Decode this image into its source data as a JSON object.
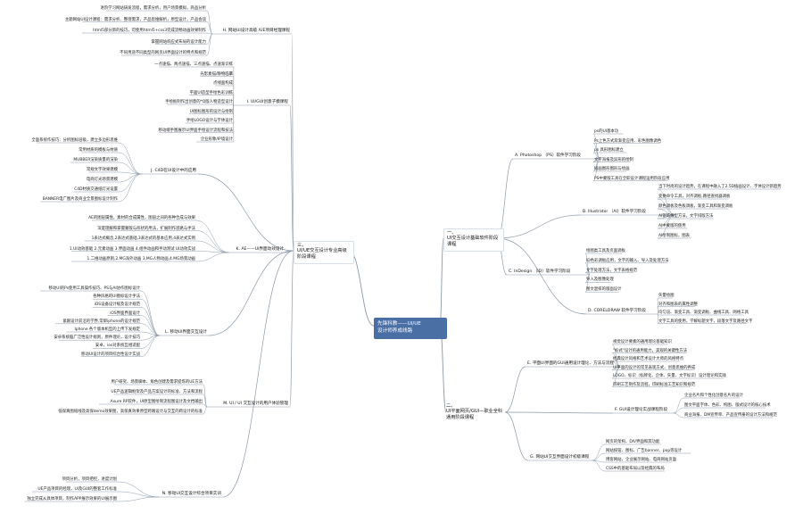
{
  "center": {
    "line1": "先锋科教——UI/UE",
    "line2": "设计师养成线路"
  },
  "level1": {
    "one": {
      "num": "一、",
      "label": "UI交互设计基础软件阶段课程"
    },
    "two": {
      "num": "二、",
      "label": "UI平面网页/GUI—职业全科通用阶段课程"
    },
    "three": {
      "num": "三、",
      "label": "UI/UE交互设计专业高级阶段课程"
    }
  },
  "sections": {
    "A": {
      "label": "A. Photoshop （PS）软件学习阶段",
      "items": [
        "ps的UI基本功",
        "Ps上色方式及渐变应用、彩色图像调色",
        "ps 具形图标建立",
        "文字海报及异形的绘制",
        "插画图形图形与绘画",
        "PS中蒙版工具在全职设计课程运用阶段应用"
      ]
    },
    "B": {
      "label": "B. Illustrator （AI）软件学习阶段",
      "items": [
        "当下时尚的设计趋势，在课程中融入了2.5D插画设计、字体设计新趋势",
        "变换命令工具，对齐调板,路径查找器调板",
        "颜色调板及色板调板，渐变工具和渐变调板",
        "AI钢笔线型方法，文字排版方法",
        "AI中蒙版的使用",
        "AI绘制图标，图表"
      ]
    },
    "C": {
      "label": "C. InDesign （ID）软件学习阶段",
      "items": [
        "绘图类工具及页面调板",
        "ID色彩调板应用，文字的输入、导入及处理方法",
        "文字处理方法，文字表格规范",
        "导入及图像处理",
        "图文混排的版面设计"
      ]
    },
    "D": {
      "label": "D. CORELDRAW 软件学习阶段",
      "items": [
        "矢量绘图",
        "对齐和图表的属性调整",
        "均匀渲、渐变工具、渐变调板、曲线工具、网格工具",
        "文字工具的使用，学解标题文字，段落文字及路径文字"
      ]
    },
    "E": {
      "label": "E. 平面UI界面的GUI通用设计理论、方法与流程",
      "items": [
        "视觉设计要素的通用理论基础知识",
        "\"标式\"设计的通用能力，美观的关键性方法",
        "经典设计风格和艺术设计大师的风格特点",
        "UI平面的设计的常见表现方式、创意思维的养成",
        "LOGO、标识（标牌化、企体、矢量、文字标识）设计理论和实践",
        "印刷工艺制作及流程，印刷标准工艺知识和规范"
      ]
    },
    "F": {
      "label": "F. GUI设计理论实战课程阶段",
      "items": [
        "企业名片和个性化创意名片的设计",
        "图文平面字体、色彩、构图、版式设计的核心技术",
        "商业海报、DM宣传单、产品宣传册的设计方法和规范"
      ]
    },
    "G": {
      "label": "G. 网站UI交互界面设计初级课程",
      "items": [
        "网页的架构、DIV界面和其功能",
        "网站按钮、图标、广告banner、pop等设计",
        "博客网站、企业展示网站、电商网站页面",
        "CSS中的基础布局以及经典的布局"
      ]
    },
    "H": {
      "label": "H. 网站UI设计高级 /UE项目经理课程",
      "items": [
        "进阶学习网站研发流程，需求分析，用户场景模拟，商品分析",
        "主题网站UI设计课程：需求分析、整理需求，产品思维解析，原型设计，产品会谈",
        "html5部分新的技巧，可使用html5+css3完成流畅动画效果制作",
        "掌握网站响应式布局的设计能力",
        "不同用途不同类型的网页UI界面设计的特点和规范"
      ]
    },
    "I": {
      "label": "I. UI/GUI创意子模课程",
      "items": [
        "一点速描、两点速描、三点速描、点速渐识练",
        "光影素描/静物临摹",
        "点线面构成",
        "平面UI造型手绘色彩训练",
        "手绘板制作出创意的*Q版人物造型设计",
        "UI图标图形的设计与绘制",
        "手绘LOGO设计与字体设计",
        "移动端手图展示UI界面手绘设计流程和技法",
        "企业形象/IP墙设计"
      ]
    },
    "J": {
      "label": "J. C4D在UI设计中的应用",
      "items": [
        "全面系统作技巧：分析图标层级，建立多边形思维",
        "常用材质的模板与材质",
        "MUBBER渲染质量的渲染",
        "常规文字效果建模",
        "电商灯光场景建模",
        "C4D材质交通纸灯光设置",
        "BANNER电广图片及商业全景图标设计制作"
      ]
    },
    "K": {
      "label": "K. AE——UI界面动效设计",
      "items": [
        "AE的图层属性，素材的合成属性，图层之间的各种合成与效果",
        "深度理解和掌握蒙版与形状的用法，扩展制作思路与手法",
        "1表达式概念,2表达式基础,3表达式的基本应用,4表达式实例",
        "1.UI动效基础 2.元素动画 3.界面动画 4.组件动画和手动测试 UI动效实战",
        "1.二维动画原则,2.MG海外动画 3.MG人物动画,4.MG场景动画"
      ]
    },
    "L": {
      "label": "L. 移动UI界面交互设计",
      "items": [
        "移动UI的Ps使用工具操作技巧、PS与AI协作图标设计",
        "各种风格的UI图标设计手法",
        "iOS设备设计规及设计规范",
        "iOS界面界面设计",
        "紧跟设计前沿的学界,常即iphone的设计规范",
        "Iphone 各个版本机型的上传下发规定",
        "安卓系统脑广泛性设计规则，原件理论，设计技巧",
        "安卓，ios对系统互相适配",
        "移动UI设计的项目综合性设计实战"
      ]
    },
    "M": {
      "label": "M. UI / UI 交互设计的用户体验管理",
      "items": [
        "用户研究、场景脚本、角色创建及需求提炼的UE方法",
        "UE产品逻辑框架及产品方案设计的标准、方法和流程",
        "Axure RP软件，UI原型图绘制流程图设计及文档输出",
        "低保真图纸线及高保demo效果图，高保真效果原型跨端设计与交互的跨设计的标准"
      ]
    },
    "N": {
      "label": "N. 移动UI交互设计综合项目实训",
      "items": [
        "项目分析，项目把控，进度计划",
        "UE产品项目的经理，UI及GUI的整套工作标准",
        "独立完成从具体项目，制作APP展示效果的UI展示图"
      ]
    }
  }
}
